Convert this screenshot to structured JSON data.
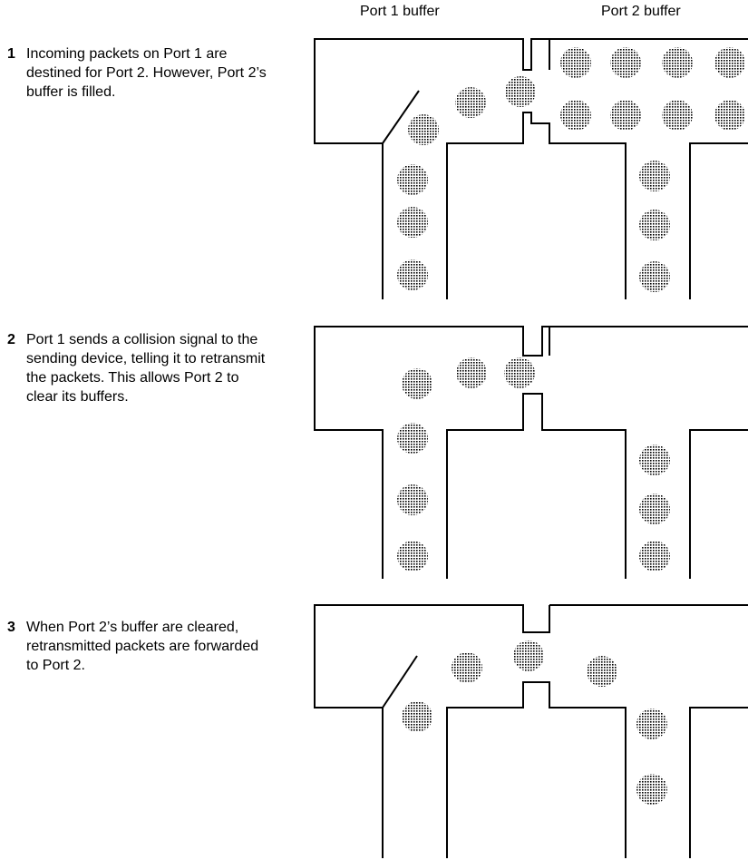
{
  "headers": {
    "port1": "Port 1 buffer",
    "port2": "Port 2 buffer"
  },
  "steps": [
    {
      "number": "1",
      "text": "Incoming packets on Port 1 are destined for Port 2. However, Port 2’s buffer is filled."
    },
    {
      "number": "2",
      "text": "Port 1 sends a collision signal to the sending device, telling it to retransmit the packets. This allows Port 2 to clear its buffers."
    },
    {
      "number": "3",
      "text": "When Port 2’s buffer are cleared, retransmitted packets are forwarded to Port 2."
    }
  ]
}
